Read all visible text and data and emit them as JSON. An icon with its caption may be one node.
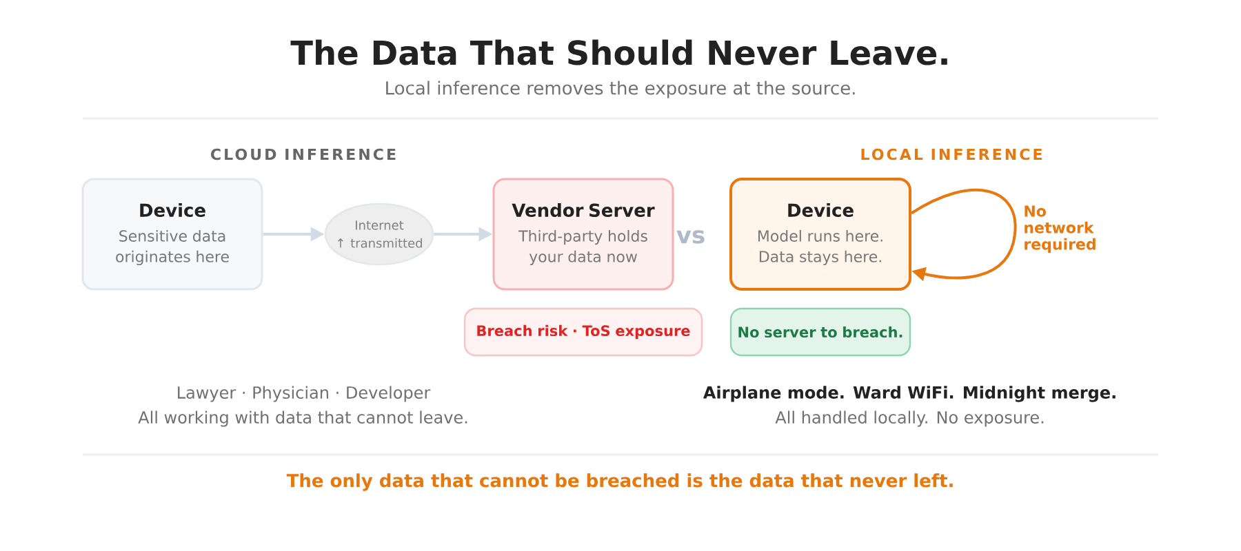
{
  "diagram": {
    "title": "The Data That Should Never Leave.",
    "caption": "The only data that cannot be breached is the data that never left.",
    "nodes": [
      {
        "text": [
          "Device",
          "Sensitive data originates here"
        ]
      },
      {
        "text": [
          "Internet",
          "↑ transmitted"
        ]
      },
      {
        "text": [
          "Vendor Server",
          "Third-party holds your data now"
        ]
      },
      {
        "text": [
          "Breach risk · ToS exposure"
        ]
      },
      {
        "text": [
          "Device",
          "Model runs here. Data stays here."
        ]
      },
      {
        "text": [
          "No server to breach."
        ]
      }
    ],
    "edges": [
      {
        "from": 0,
        "to": 1,
        "arrow": "to"
      },
      {
        "from": 1,
        "to": 2,
        "arrow": "to"
      },
      {
        "from": 4,
        "to": 4,
        "arrow": "to",
        "label": "No network required",
        "color": "#e8770e"
      }
    ],
    "labels": [
      "Local inference removes the exposure at the source.",
      "CLOUD INFERENCE",
      "LOCAL INFERENCE",
      "vs",
      "Lawyer · Physician · Developer",
      "Airplane mode. Ward WiFi. Midnight merge.",
      "All working with data that cannot leave.",
      "All handled locally. No exposure."
    ]
  }
}
